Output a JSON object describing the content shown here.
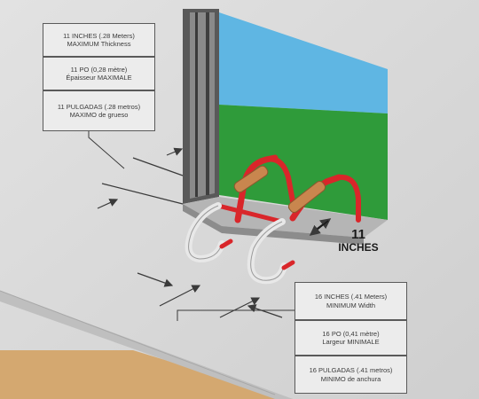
{
  "thickness_labels": {
    "en": {
      "line1": "11 INCHES (.28 Meters)",
      "line2": "MAXIMUM Thickness"
    },
    "fr": {
      "line1": "11 PO (0,28 mètre)",
      "line2": "Épaisseur MAXIMALE"
    },
    "es": {
      "line1": "11 PULGADAS (.28 metros)",
      "line2": "MAXIMO de grueso"
    }
  },
  "width_labels": {
    "en": {
      "line1": "16 INCHES (.41 Meters)",
      "line2": "MINIMUM Width"
    },
    "fr": {
      "line1": "16 PO (0,41 mètre)",
      "line2": "Largeur MINIMALE"
    },
    "es": {
      "line1": "16 PULGADAS (.41 metros)",
      "line2": "MINIMO de anchura"
    }
  },
  "dimension_callout": {
    "value": "11",
    "unit": "INCHES"
  },
  "colors": {
    "background": "#dcdcdc",
    "sky": "#5fb6e3",
    "grass": "#2f9b3a",
    "ladder_red": "#d9262a",
    "ladder_hook": "#e8e8e8",
    "wall_dark": "#4a4a4a",
    "floor": "#d4a870"
  }
}
